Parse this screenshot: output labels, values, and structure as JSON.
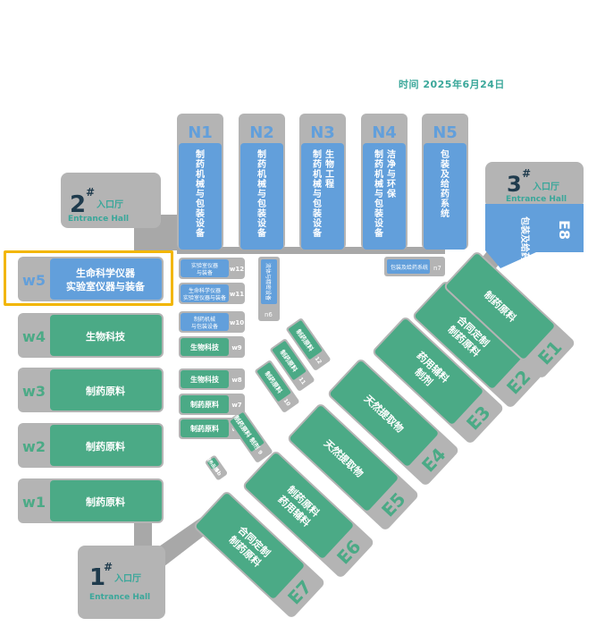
{
  "header": {
    "date_label": "时间",
    "date_value": "2025年6月24日"
  },
  "colors": {
    "blue": "#629fdb",
    "green": "#4baa86",
    "gray": "#b4b4b4",
    "wall": "#a8a8a8",
    "highlight": "#f2b600",
    "white": "#ffffff"
  },
  "entrances": {
    "e1": {
      "num": "1",
      "mark": "#",
      "cn": "入口厅",
      "en": "Entrance Hall"
    },
    "e2": {
      "num": "2",
      "mark": "#",
      "cn": "入口厅",
      "en": "Entrance Hall"
    },
    "e3": {
      "num": "3",
      "mark": "#",
      "cn": "入口厅",
      "en": "Entrance Hall"
    }
  },
  "north_halls": [
    {
      "id": "N1",
      "label": "制药机械与包装设备"
    },
    {
      "id": "N2",
      "label": "制药机械与包装设备"
    },
    {
      "id": "N3",
      "label": "制药机械与包装设备 生物工程"
    },
    {
      "id": "N4",
      "label": "制药机械与包装设备 洁净与环保"
    },
    {
      "id": "N5",
      "label": "包装及给药系统"
    }
  ],
  "west_halls": [
    {
      "id": "w5",
      "label1": "生命科学仪器",
      "label2": "实验室仪器与装备"
    },
    {
      "id": "w4",
      "label1": "生物科技",
      "label2": ""
    },
    {
      "id": "w3",
      "label1": "制药原料",
      "label2": ""
    },
    {
      "id": "w2",
      "label1": "制药原料",
      "label2": ""
    },
    {
      "id": "w1",
      "label1": "制药原料",
      "label2": ""
    }
  ],
  "small_halls": [
    {
      "id": "w12",
      "label1": "实验室仪器",
      "label2": "与装备"
    },
    {
      "id": "w11",
      "label1": "生命科学仪器",
      "label2": "实验室仪器与装备"
    },
    {
      "id": "w10",
      "label1": "制药机械",
      "label2": "与包装设备"
    },
    {
      "id": "w9",
      "label1": "生物科技",
      "label2": ""
    },
    {
      "id": "w8",
      "label1": "生物科技",
      "label2": ""
    },
    {
      "id": "w7",
      "label1": "制药原料",
      "label2": ""
    },
    {
      "id": "w6",
      "label1": "制药原料",
      "label2": ""
    }
  ],
  "mid_halls": {
    "n6": {
      "id": "n6",
      "label": "流体与精密设备"
    },
    "n7": {
      "id": "n7",
      "label": "包装及给药系统"
    },
    "e8": {
      "id": "E8",
      "label": "包装及给药系统"
    }
  },
  "diag_small": [
    {
      "id": "12",
      "label": "制药原料"
    },
    {
      "id": "11",
      "label": "制药原料"
    },
    {
      "id": "10",
      "label": "制药原料"
    },
    {
      "id": "9",
      "label": "制药原料 制剂"
    },
    {
      "id": "5b",
      "label": "服务品牌"
    }
  ],
  "east_halls": [
    {
      "id": "E7",
      "label1": "合同定制",
      "label2": "制药原料"
    },
    {
      "id": "E6",
      "label1": "制药原料",
      "label2": "药用辅料"
    },
    {
      "id": "E5",
      "label1": "天然提取物",
      "label2": ""
    },
    {
      "id": "E4",
      "label1": "天然提取物",
      "label2": ""
    },
    {
      "id": "E3",
      "label1": "药用辅料",
      "label2": "制剂"
    },
    {
      "id": "E2",
      "label1": "合同定制",
      "label2": "制药原料"
    },
    {
      "id": "E1",
      "label1": "制药原料",
      "label2": ""
    }
  ]
}
